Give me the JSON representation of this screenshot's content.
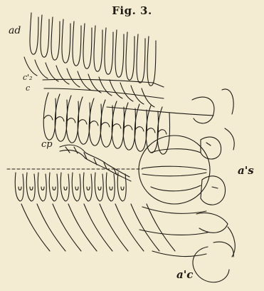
{
  "figure": {
    "title": "Fig. 3.",
    "labels": {
      "ad": "ad",
      "c2": "c'₂",
      "c": "c",
      "cp": "cp",
      "as": "a's",
      "ac": "a'c"
    }
  },
  "colors": {
    "paper": "#f3ecd2",
    "ink": "#1e1a14"
  }
}
